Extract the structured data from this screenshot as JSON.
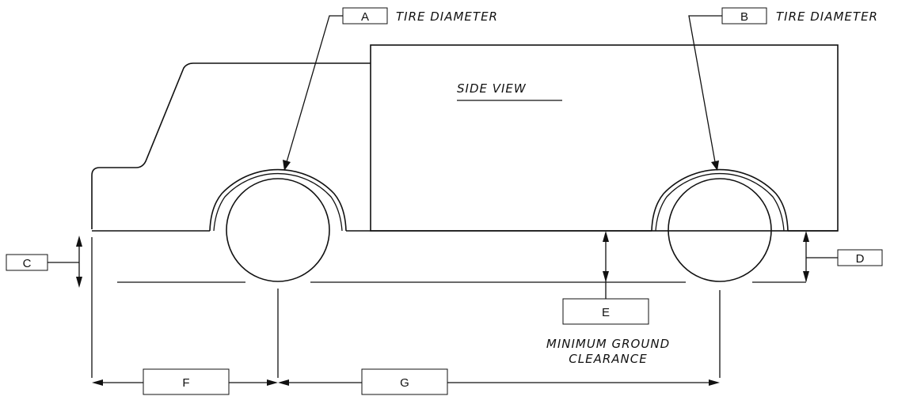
{
  "title": "SIDE VIEW",
  "labels": {
    "a": "A",
    "b": "B",
    "c": "C",
    "d": "D",
    "e": "E",
    "f": "F",
    "g": "G"
  },
  "callouts": {
    "front_tire": "TIRE DIAMETER",
    "rear_tire": "TIRE DIAMETER",
    "clearance_line1": "MINIMUM GROUND",
    "clearance_line2": "CLEARANCE"
  },
  "colors": {
    "line": "#111111",
    "background": "#ffffff"
  }
}
